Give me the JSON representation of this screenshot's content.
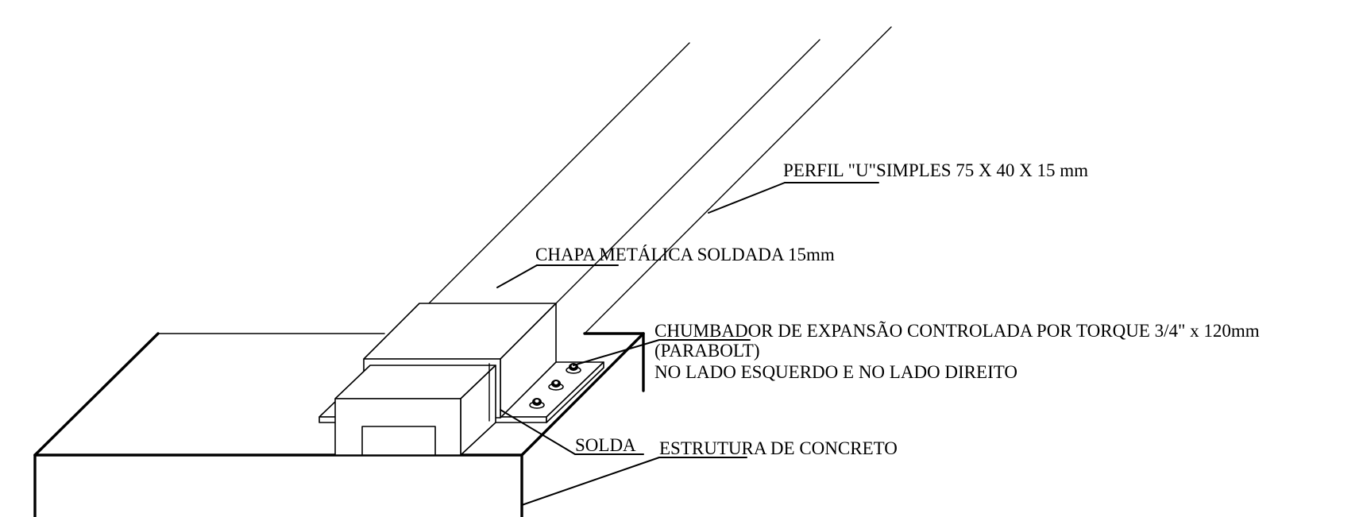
{
  "labels": {
    "perfil": "PERFIL \"U\"SIMPLES 75 X 40 X 15 mm",
    "chapa": "CHAPA METÁLICA SOLDADA 15mm",
    "chumbador_line1": "CHUMBADOR DE EXPANSÃO CONTROLADA POR TORQUE 3/4\" x 120mm",
    "chumbador_line2": "(PARABOLT)",
    "chumbador_line3": "NO LADO ESQUERDO E NO LADO DIREITO",
    "solda": "SOLDA",
    "estrutura": "ESTRUTURA DE CONCRETO"
  }
}
